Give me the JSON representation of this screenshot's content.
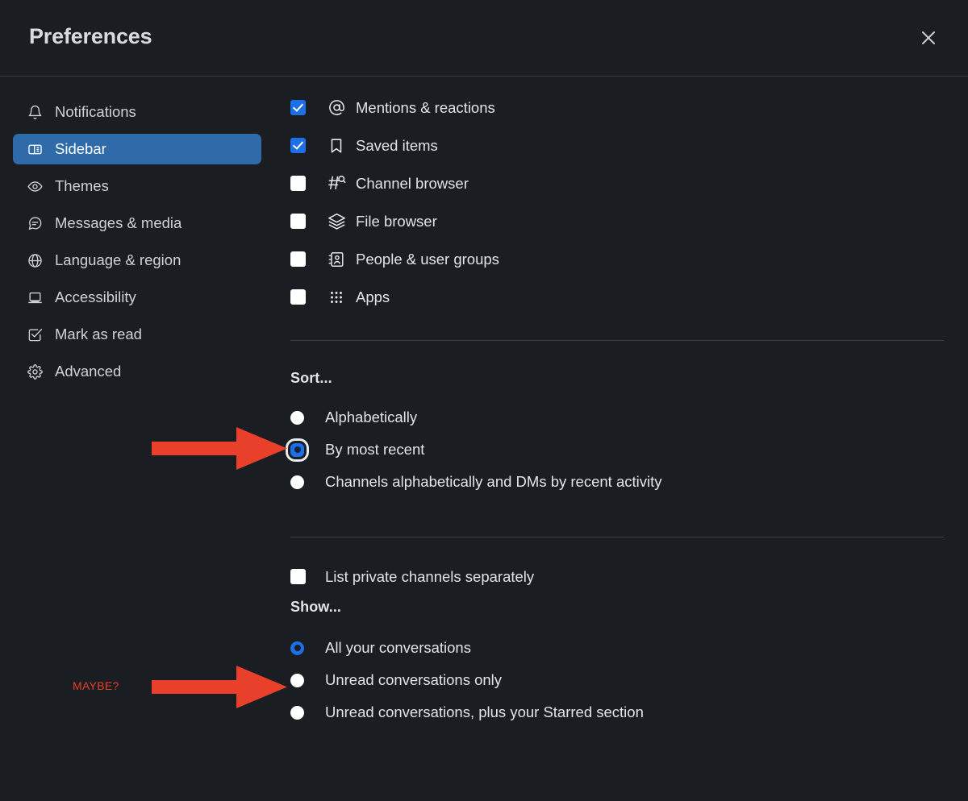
{
  "header": {
    "title": "Preferences",
    "close_icon": "close-icon"
  },
  "sidebar": {
    "items": [
      {
        "label": "Notifications",
        "icon": "bell-icon",
        "active": false
      },
      {
        "label": "Sidebar",
        "icon": "sidebar-panel-icon",
        "active": true
      },
      {
        "label": "Themes",
        "icon": "eye-icon",
        "active": false
      },
      {
        "label": "Messages & media",
        "icon": "message-bubble-icon",
        "active": false
      },
      {
        "label": "Language & region",
        "icon": "globe-icon",
        "active": false
      },
      {
        "label": "Accessibility",
        "icon": "laptop-icon",
        "active": false
      },
      {
        "label": "Mark as read",
        "icon": "checkbox-square-icon",
        "active": false
      },
      {
        "label": "Advanced",
        "icon": "gear-icon",
        "active": false
      }
    ]
  },
  "main": {
    "show_in_sidebar": [
      {
        "label": "Mentions & reactions",
        "icon": "at-sign-icon",
        "checked": true
      },
      {
        "label": "Saved items",
        "icon": "bookmark-icon",
        "checked": true
      },
      {
        "label": "Channel browser",
        "icon": "hash-search-icon",
        "checked": false
      },
      {
        "label": "File browser",
        "icon": "layers-icon",
        "checked": false
      },
      {
        "label": "People & user groups",
        "icon": "contact-card-icon",
        "checked": false
      },
      {
        "label": "Apps",
        "icon": "grid-dots-icon",
        "checked": false
      }
    ],
    "sort": {
      "heading": "Sort...",
      "options": [
        {
          "label": "Alphabetically",
          "selected": false,
          "focused": false
        },
        {
          "label": "By most recent",
          "selected": true,
          "focused": true
        },
        {
          "label": "Channels alphabetically and DMs by recent activity",
          "selected": false,
          "focused": false
        }
      ]
    },
    "list_private": {
      "label": "List private channels separately",
      "checked": false
    },
    "show": {
      "heading": "Show...",
      "options": [
        {
          "label": "All your conversations",
          "selected": true
        },
        {
          "label": "Unread conversations only",
          "selected": false
        },
        {
          "label": "Unread conversations, plus your Starred section",
          "selected": false
        }
      ]
    }
  },
  "annotations": {
    "arrow_sort": {
      "name": "red-arrow-pointing-to-by-most-recent"
    },
    "arrow_show": {
      "name": "red-arrow-pointing-to-unread-conversations-only"
    },
    "maybe_label": "MAYBE?"
  },
  "colors": {
    "background": "#1A1D21",
    "accent_blue": "#1D6FE8",
    "nav_active": "#2E6BA8",
    "annotation_red": "#E8402A",
    "divider": "#3A3D42",
    "text": "#E2E5E8"
  }
}
